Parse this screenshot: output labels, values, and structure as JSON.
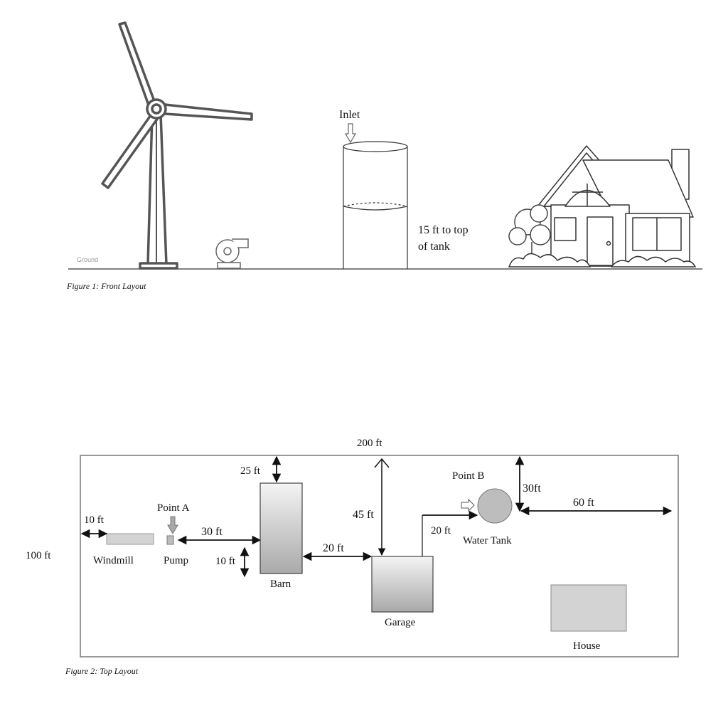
{
  "figure1": {
    "caption": "Figure 1: Front Layout",
    "ground_label": "Ground",
    "inlet_label": "Inlet",
    "tank_height_line1": "15 ft to top",
    "tank_height_line2": "of tank"
  },
  "figure2": {
    "caption": "Figure 2: Top Layout",
    "width_label": "200 ft",
    "height_label": "100 ft",
    "objects": {
      "windmill": "Windmill",
      "pump": "Pump",
      "barn": "Barn",
      "garage": "Garage",
      "water_tank": "Water Tank",
      "house": "House"
    },
    "points": {
      "a": "Point A",
      "b": "Point B"
    },
    "dimensions": {
      "windmill_to_wall": "10 ft",
      "pump_to_barn": "30 ft",
      "barn_to_top": "25 ft",
      "barn_offset": "10 ft",
      "barn_to_garage": "20 ft",
      "garage_to_top": "45 ft",
      "garage_to_tank": "20 ft",
      "tank_to_top": "30ft",
      "tank_to_right": "60 ft"
    }
  },
  "colors": {
    "line": "#222222",
    "box_fill": "#d3d3d3",
    "tank_fill": "#bdbdbd"
  }
}
